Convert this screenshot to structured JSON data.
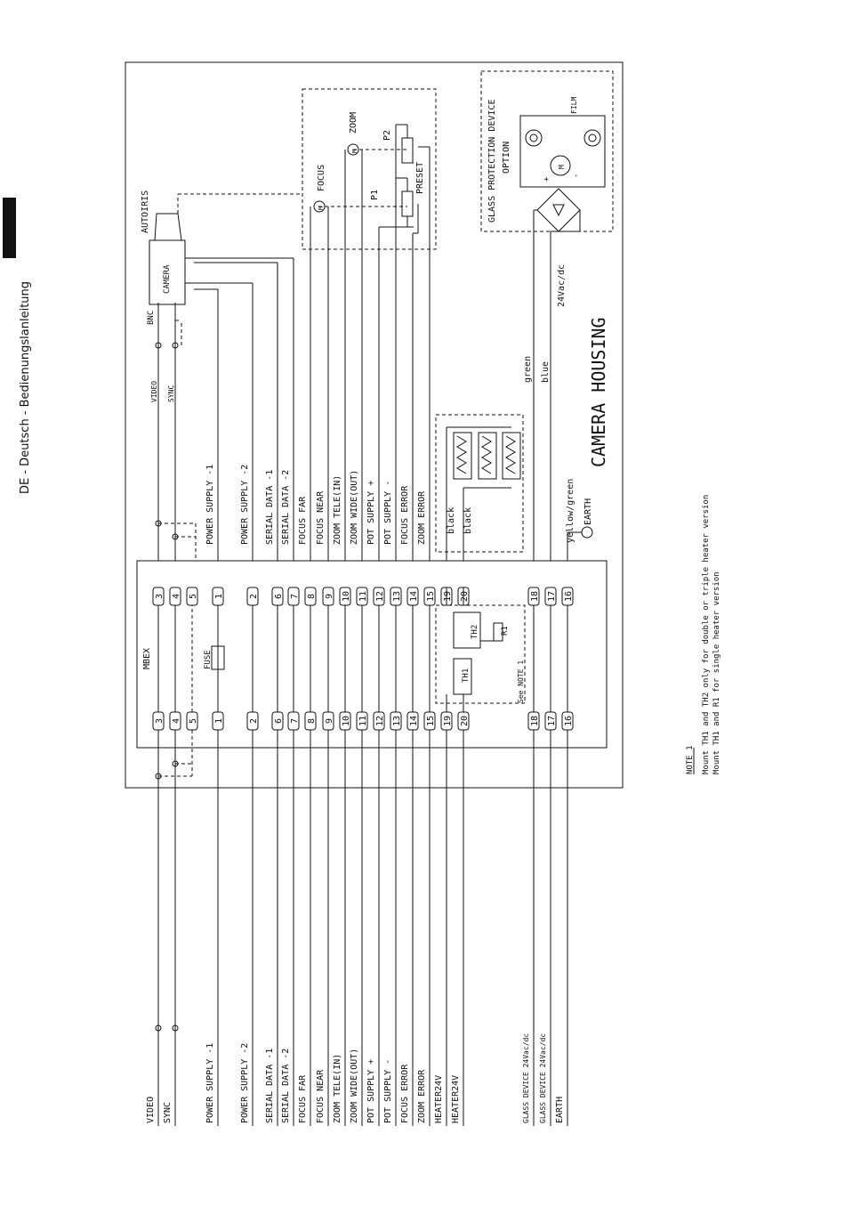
{
  "header": {
    "side_label": "DE - Deutsch - Bedienungslanleitung"
  },
  "left_labels": [
    "VIDEO",
    "SYNC",
    "POWER SUPPLY -1",
    "POWER SUPPLY -2",
    "SERIAL DATA -1",
    "SERIAL DATA -2",
    "FOCUS FAR",
    "FOCUS NEAR",
    "ZOOM TELE(IN)",
    "ZOOM WIDE(OUT)",
    "POT SUPPLY +",
    "POT SUPPLY -",
    "FOCUS ERROR",
    "ZOOM ERROR",
    "HEATER24V",
    "HEATER24V",
    "GLASS DEVICE 24Vac/dc",
    "GLASS DEVICE 24Vac/dc",
    "EARTH"
  ],
  "right_labels": [
    "POWER SUPPLY -1",
    "POWER SUPPLY -2",
    "SERIAL DATA -1",
    "SERIAL DATA -2",
    "FOCUS FAR",
    "FOCUS NEAR",
    "ZOOM TELE(IN)",
    "ZOOM WIDE(OUT)",
    "POT SUPPLY +",
    "POT SUPPLY -",
    "FOCUS ERROR",
    "ZOOM ERROR"
  ],
  "terminals": [
    "3",
    "4",
    "5",
    "1",
    "2",
    "6",
    "7",
    "8",
    "9",
    "10",
    "11",
    "12",
    "13",
    "14",
    "15",
    "19",
    "20",
    "18",
    "17",
    "16"
  ],
  "labels": {
    "mbex": "MBEX",
    "fuse": "FUSE",
    "camera": "CAMERA",
    "autoiris": "AUTOIRIS",
    "bnc": "BNC",
    "video": "VIDEO",
    "sync": "SYNC",
    "focus": "FOCUS",
    "zoom": "ZOOM",
    "p1": "P1",
    "p2": "P2",
    "preset": "PRESET",
    "motor": "M",
    "glass_device": "GLASS PROTECTION DEVICE",
    "option": "OPTION",
    "film": "FILM",
    "supply": "24Vac/dc",
    "green": "green",
    "blue": "blue",
    "yellow_green": "yellow/green",
    "earth": "EARTH",
    "black1": "black",
    "black2": "black",
    "th1": "TH1",
    "th2": "TH2",
    "r1": "R1",
    "see_note": "See NOTE 1",
    "housing": "CAMERA HOUSING",
    "plus": "+",
    "minus": "-"
  },
  "note": {
    "title": "NOTE 1",
    "line1": "Mount TH1 and TH2 only for double or triple heater version",
    "line2": "Mount TH1 and R1 for single heater version"
  }
}
